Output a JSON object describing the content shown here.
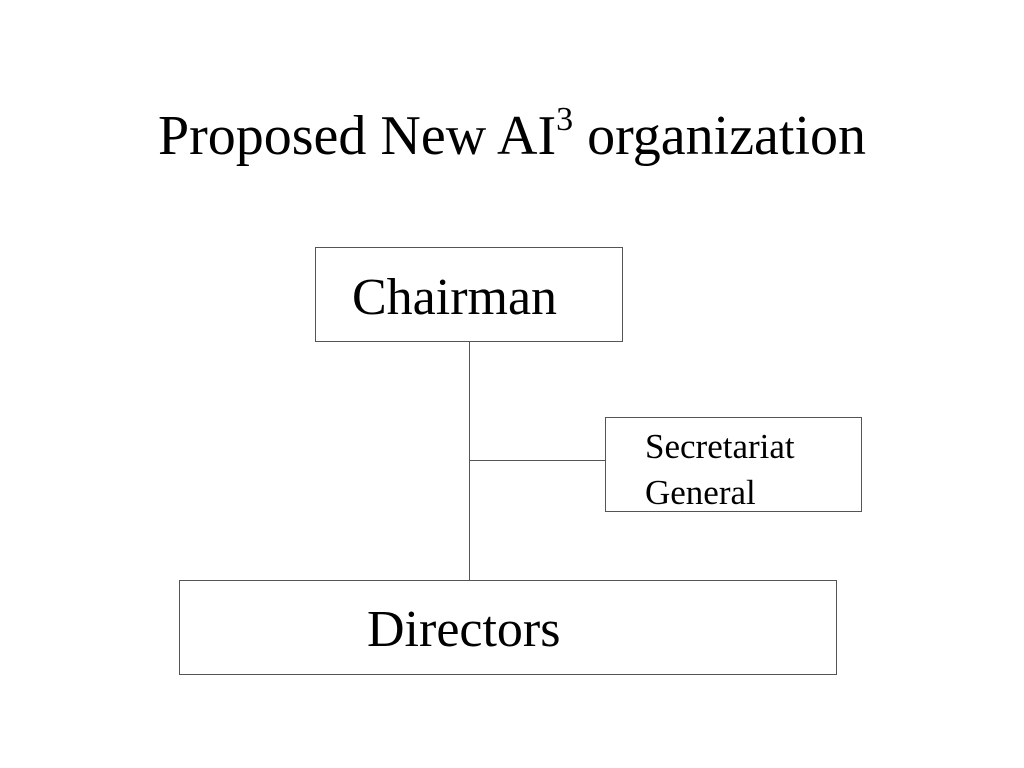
{
  "title": {
    "text_before": "Proposed New AI",
    "superscript": "3",
    "text_after": " organization"
  },
  "org_chart": {
    "chairman": "Chairman",
    "secretariat_line1": "Secretariat",
    "secretariat_line2": "General",
    "directors": "Directors"
  }
}
